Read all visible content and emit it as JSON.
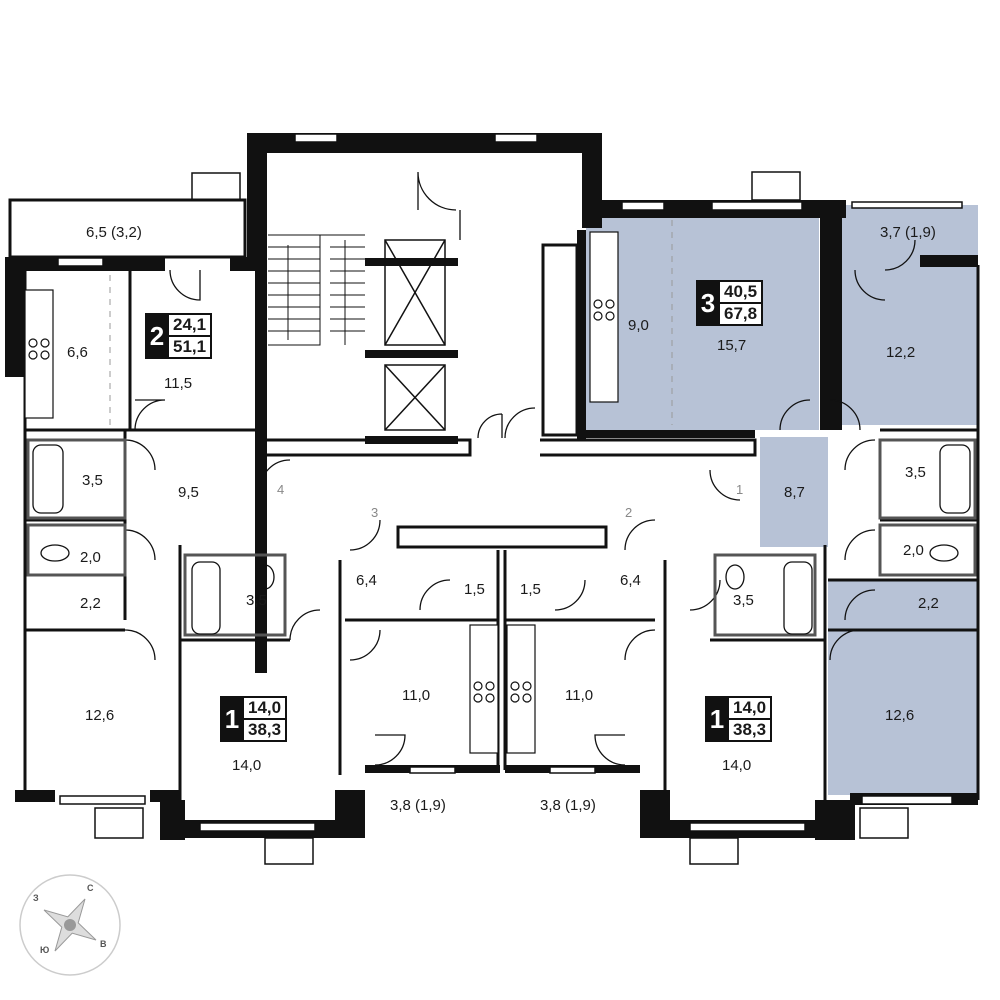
{
  "highlight_color": "#b7c2d6",
  "wall_color": "#111111",
  "apartments": [
    {
      "id": "apt2",
      "rooms": "2",
      "living": "24,1",
      "total": "51,1"
    },
    {
      "id": "apt3",
      "rooms": "3",
      "living": "40,5",
      "total": "67,8"
    },
    {
      "id": "apt1a",
      "rooms": "1",
      "living": "14,0",
      "total": "38,3"
    },
    {
      "id": "apt1b",
      "rooms": "1",
      "living": "14,0",
      "total": "38,3"
    }
  ],
  "areas": {
    "a1": "6,5 (3,2)",
    "a2": "6,6",
    "a3": "11,5",
    "a4": "3,5",
    "a5": "9,5",
    "a6": "2,0",
    "a7": "2,2",
    "a8": "12,6",
    "a9": "3,5",
    "a10": "6,4",
    "a11": "1,5",
    "a12": "14,0",
    "a13": "11,0",
    "a14": "3,8 (1,9)",
    "a15": "1,5",
    "a16": "6,4",
    "a17": "11,0",
    "a18": "3,8 (1,9)",
    "a19": "3,5",
    "a20": "14,0",
    "a21": "9,0",
    "a22": "15,7",
    "a23": "3,7 (1,9)",
    "a24": "12,2",
    "a25": "8,7",
    "a26": "3,5",
    "a27": "2,0",
    "a28": "2,2",
    "a29": "12,6"
  },
  "door_numbers": [
    "1",
    "2",
    "3",
    "4"
  ],
  "compass": {
    "north": "С",
    "east": "В",
    "south": "Ю",
    "west": "З"
  }
}
